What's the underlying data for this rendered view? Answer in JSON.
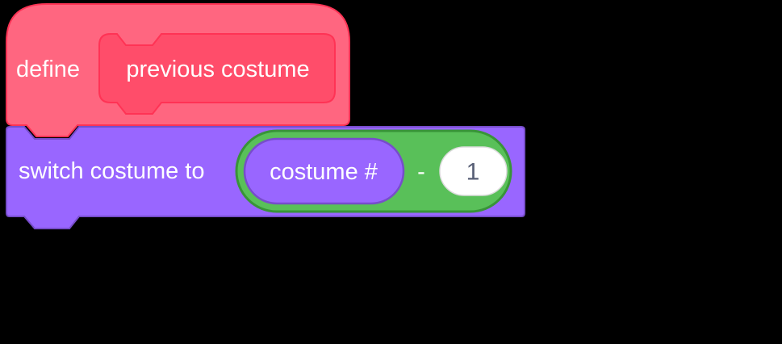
{
  "canvas": {
    "background": "#000000"
  },
  "colors": {
    "myblocks_fill": "#FF6680",
    "myblocks_prototype_fill": "#FF4D6A",
    "myblocks_border": "#FF3355",
    "looks_fill": "#9966FF",
    "looks_border": "#774DCB",
    "operators_fill": "#59C059",
    "operators_border": "#389438",
    "input_fill": "#FFFFFF",
    "input_border": "#DBDBDB",
    "input_text": "#575E75",
    "label_text": "#FFFFFF"
  },
  "define_block": {
    "keyword": "define",
    "prototype_label": "previous costume"
  },
  "switch_block": {
    "label": "switch costume to"
  },
  "operator_block": {
    "symbol": "-"
  },
  "reporter_block": {
    "label": "costume #"
  },
  "number_input": {
    "value": "1"
  }
}
